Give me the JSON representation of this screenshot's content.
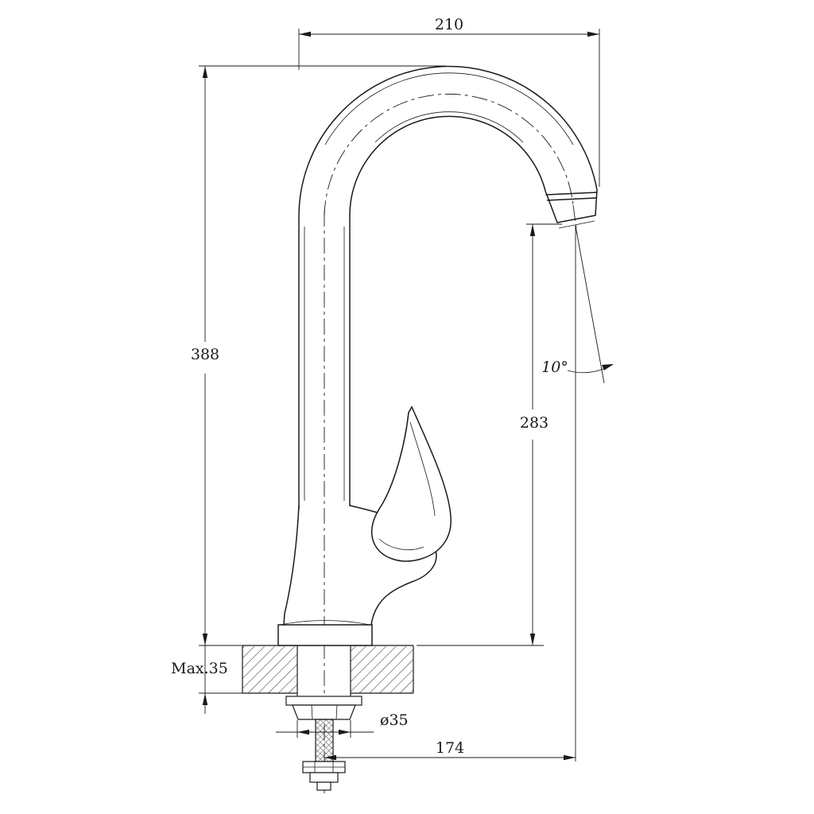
{
  "drawing": {
    "background": "#ffffff",
    "line_color": "#1a1a1a"
  },
  "dimensions": {
    "spout_width": {
      "label": "210"
    },
    "overall_height": {
      "label": "388"
    },
    "outlet_height": {
      "label": "283"
    },
    "outlet_angle": {
      "label": "10°"
    },
    "max_mount_thickness": {
      "label": "Max.35"
    },
    "hole_diameter": {
      "label": "ø35"
    },
    "spout_reach": {
      "label": "174"
    }
  }
}
